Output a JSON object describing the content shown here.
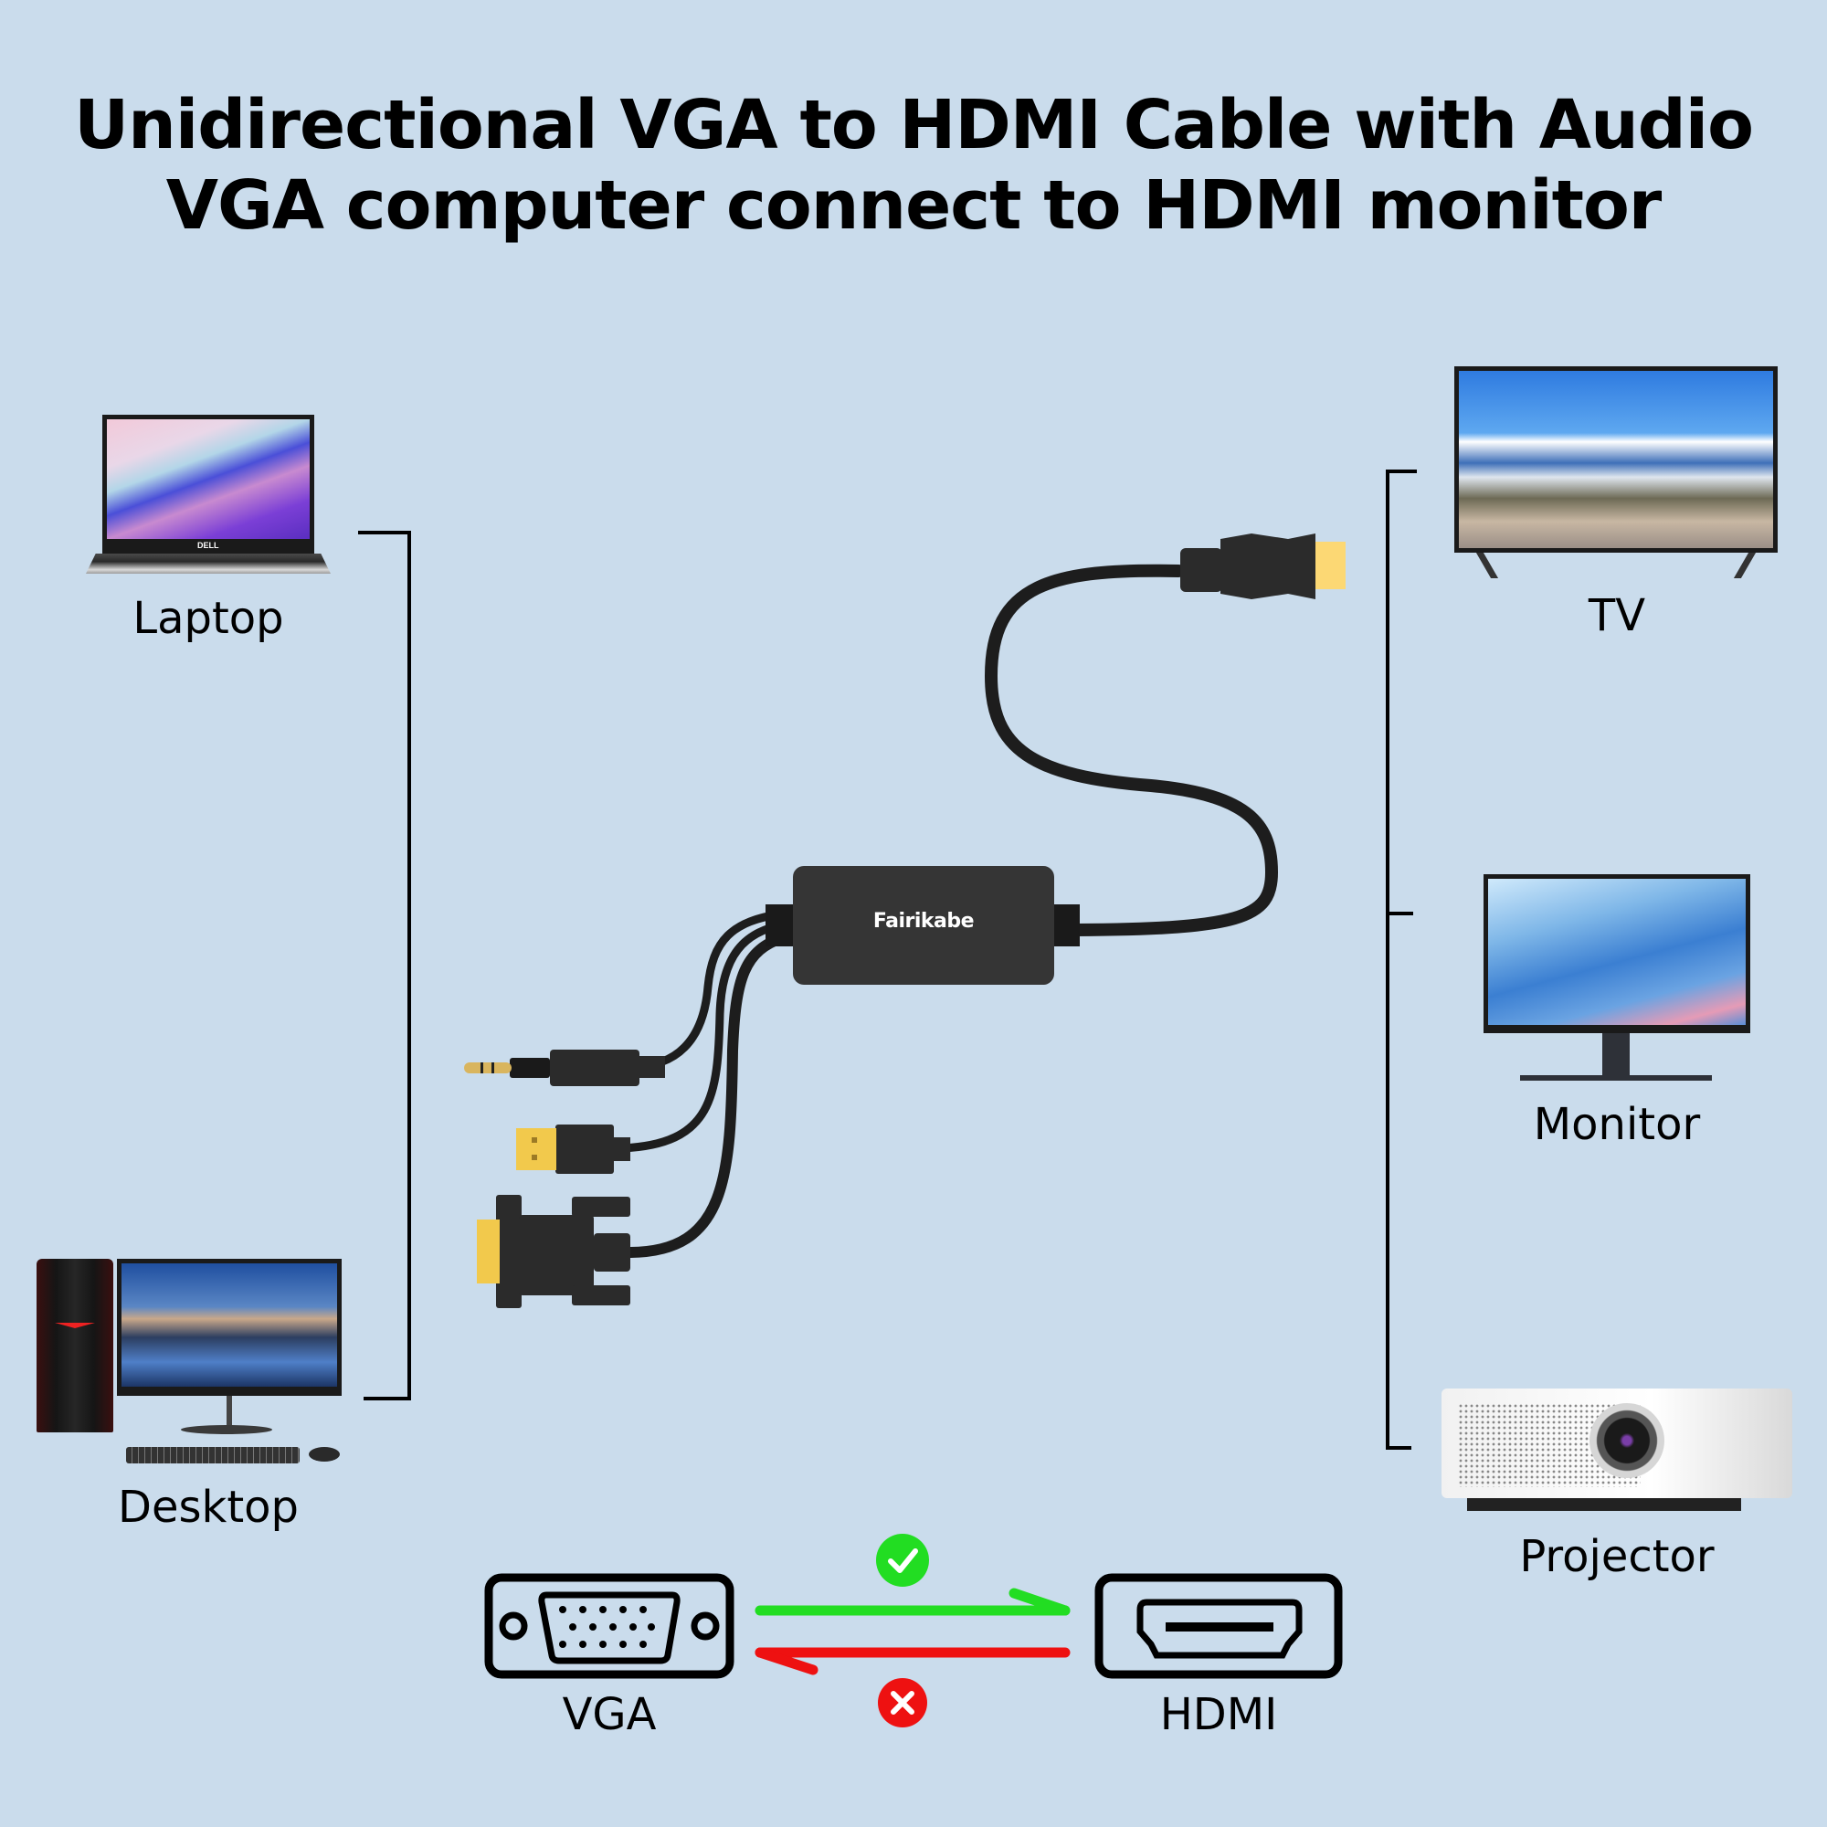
{
  "header": {
    "title_line1": "Unidirectional VGA to HDMI Cable with Audio",
    "title_line2": "VGA computer connect to HDMI monitor"
  },
  "sources": {
    "items": [
      {
        "label": "Laptop",
        "icon": "laptop-icon",
        "brand_text": "DELL"
      },
      {
        "label": "Desktop",
        "icon": "desktop-computer-icon"
      }
    ]
  },
  "adapter": {
    "brand": "Fairikabe",
    "connectors_in": [
      "3.5mm audio jack",
      "USB-A power",
      "VGA male"
    ],
    "connector_out": "HDMI male"
  },
  "displays": {
    "items": [
      {
        "label": "TV",
        "icon": "tv-icon"
      },
      {
        "label": "Monitor",
        "icon": "monitor-icon"
      },
      {
        "label": "Projector",
        "icon": "projector-icon"
      }
    ]
  },
  "direction_legend": {
    "from_label": "VGA",
    "to_label": "HDMI",
    "forward": {
      "status": "supported",
      "icon": "check-icon",
      "color": "#22dd22"
    },
    "reverse": {
      "status": "not supported",
      "icon": "cross-icon",
      "color": "#ee1111"
    }
  },
  "colors": {
    "background": "#cadcec",
    "cable": "#1d1d1d",
    "gold_contacts": "#f2c94c",
    "ok_green": "#22dd22",
    "error_red": "#ee1111"
  }
}
